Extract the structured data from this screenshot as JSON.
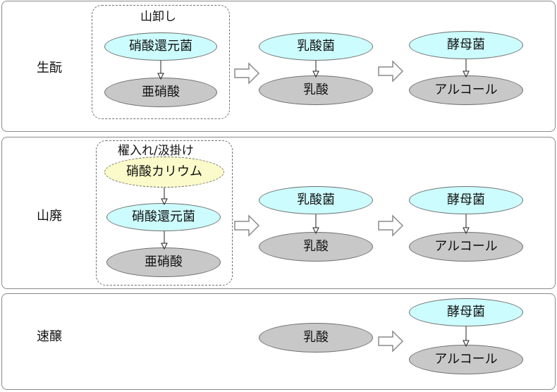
{
  "rows": [
    {
      "label": "生酛",
      "group_label": "山卸し",
      "group_nodes": [
        {
          "text": "硝酸還元菌",
          "kind": "bacteria"
        },
        {
          "text": "亜硝酸",
          "kind": "product"
        }
      ],
      "stage2": [
        {
          "text": "乳酸菌",
          "kind": "bacteria"
        },
        {
          "text": "乳酸",
          "kind": "product"
        }
      ],
      "stage3": [
        {
          "text": "酵母菌",
          "kind": "bacteria"
        },
        {
          "text": "アルコール",
          "kind": "product"
        }
      ]
    },
    {
      "label": "山廃",
      "group_label": "櫂入れ/汲掛け",
      "group_nodes": [
        {
          "text": "硝酸カリウム",
          "kind": "additive"
        },
        {
          "text": "硝酸還元菌",
          "kind": "bacteria"
        },
        {
          "text": "亜硝酸",
          "kind": "product"
        }
      ],
      "stage2": [
        {
          "text": "乳酸菌",
          "kind": "bacteria"
        },
        {
          "text": "乳酸",
          "kind": "product"
        }
      ],
      "stage3": [
        {
          "text": "酵母菌",
          "kind": "bacteria"
        },
        {
          "text": "アルコール",
          "kind": "product"
        }
      ]
    },
    {
      "label": "速醸",
      "stage2": [
        {
          "text": "乳酸",
          "kind": "product"
        }
      ],
      "stage3": [
        {
          "text": "酵母菌",
          "kind": "bacteria"
        },
        {
          "text": "アルコール",
          "kind": "product"
        }
      ]
    }
  ],
  "colors": {
    "bacteria": "#ccfcfd",
    "product": "#c8c8c8",
    "additive": "#fafaca",
    "border": "#6e6e6e"
  }
}
